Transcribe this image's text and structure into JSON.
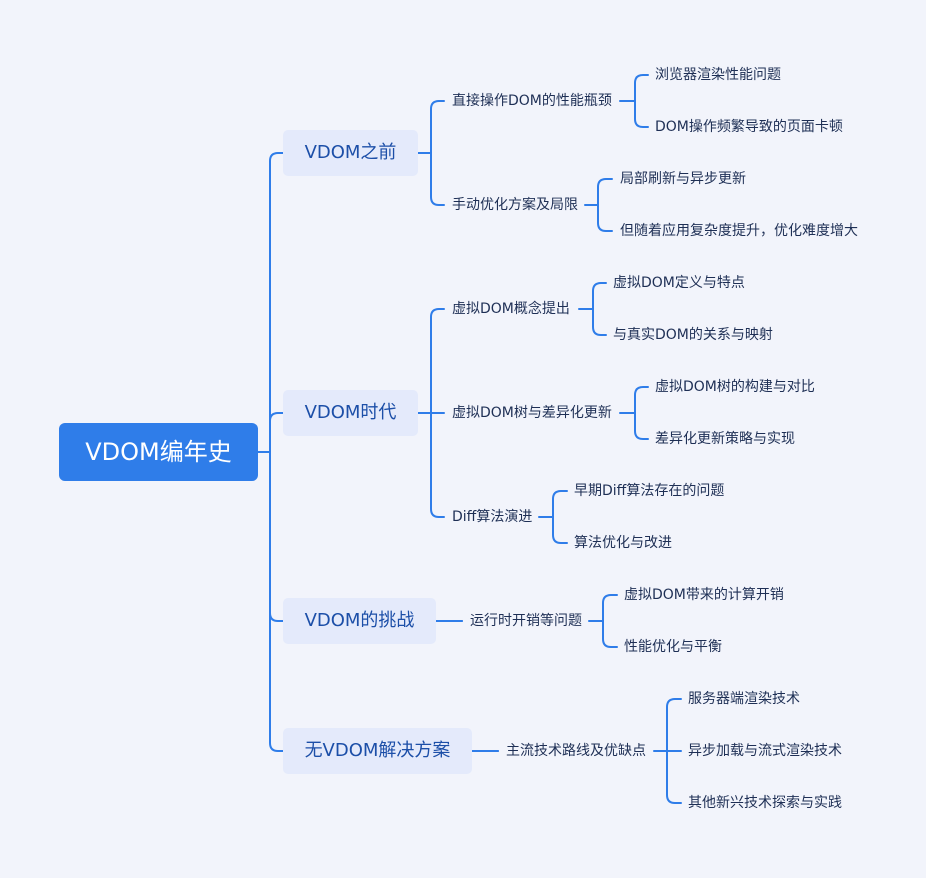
{
  "colors": {
    "background": "#f2f4fb",
    "root_fill": "#2f7de9",
    "branch_fill": "#e4eafb",
    "branch_text": "#1c4fa8",
    "line": "#2f7de9"
  },
  "root": {
    "label": "VDOM编年史"
  },
  "branches": [
    {
      "label": "VDOM之前",
      "children": [
        {
          "label": "直接操作DOM的性能瓶颈",
          "children": [
            "浏览器渲染性能问题",
            "DOM操作频繁导致的页面卡顿"
          ]
        },
        {
          "label": "手动优化方案及局限",
          "children": [
            "局部刷新与异步更新",
            "但随着应用复杂度提升，优化难度增大"
          ]
        }
      ]
    },
    {
      "label": "VDOM时代",
      "children": [
        {
          "label": "虚拟DOM概念提出",
          "children": [
            "虚拟DOM定义与特点",
            "与真实DOM的关系与映射"
          ]
        },
        {
          "label": "虚拟DOM树与差异化更新",
          "children": [
            "虚拟DOM树的构建与对比",
            "差异化更新策略与实现"
          ]
        },
        {
          "label": "Diff算法演进",
          "children": [
            "早期Diff算法存在的问题",
            "算法优化与改进"
          ]
        }
      ]
    },
    {
      "label": "VDOM的挑战",
      "children": [
        {
          "label": "运行时开销等问题",
          "children": [
            "虚拟DOM带来的计算开销",
            "性能优化与平衡"
          ]
        }
      ]
    },
    {
      "label": "无VDOM解决方案",
      "children": [
        {
          "label": "主流技术路线及优缺点",
          "children": [
            "服务器端渲染技术",
            "异步加载与流式渲染技术",
            "其他新兴技术探索与实践"
          ]
        }
      ]
    }
  ]
}
